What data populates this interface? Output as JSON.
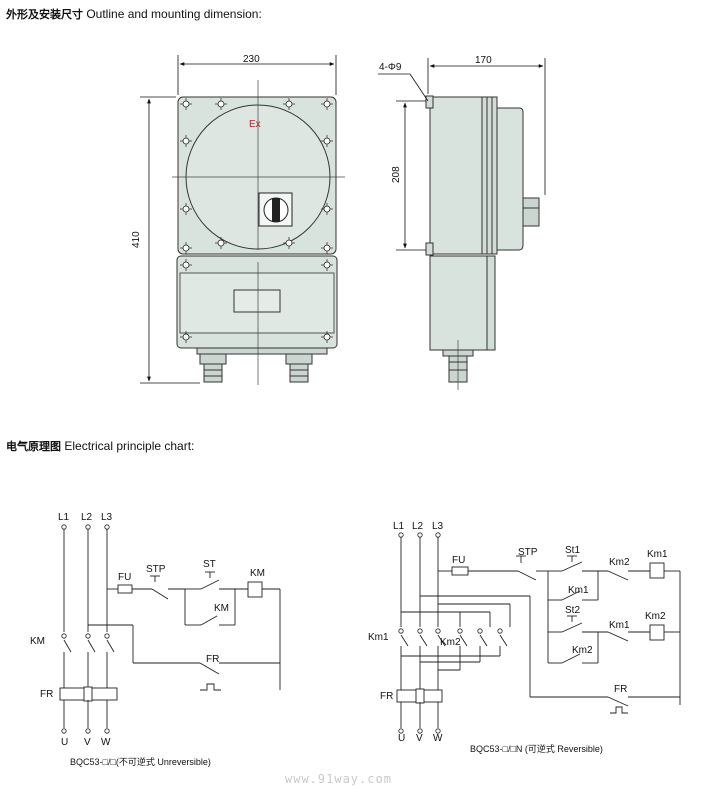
{
  "headings": {
    "outline_cn": "外形及安装尺寸",
    "outline_en": "Outline and mounting dimension:",
    "electrical_cn": "电气原理图",
    "electrical_en": "Electrical principle chart:"
  },
  "dimensions": {
    "front_width": "230",
    "front_height": "410",
    "side_width": "170",
    "side_mount_height": "208",
    "hole_spec": "4-Φ9"
  },
  "ex_mark": "Ex",
  "left_circuit": {
    "lines": [
      "L1",
      "L2",
      "L3"
    ],
    "fuse": "FU",
    "stop": "STP",
    "start": "ST",
    "coil": "KM",
    "aux_contact": "KM",
    "main_contact": "KM",
    "relay": "FR",
    "relay_coil": "FR",
    "outputs": [
      "U",
      "V",
      "W"
    ],
    "caption": "BQC53-□/□(不可逆式  Unreversible)"
  },
  "right_circuit": {
    "lines": [
      "L1",
      "L2",
      "L3"
    ],
    "fuse": "FU",
    "stop": "STP",
    "start1": "St1",
    "start2": "St2",
    "interlock1": "Km2",
    "interlock2": "Km1",
    "coil1": "Km1",
    "coil2": "Km2",
    "aux1": "Km1",
    "aux2": "Km2",
    "main1": "Km1",
    "main2": "Km2",
    "relay": "FR",
    "relay_coil": "FR",
    "outputs": [
      "U",
      "V",
      "W"
    ],
    "caption": "BQC53-□/□N (可逆式   Reversible)"
  },
  "watermark": "www.91way.com"
}
